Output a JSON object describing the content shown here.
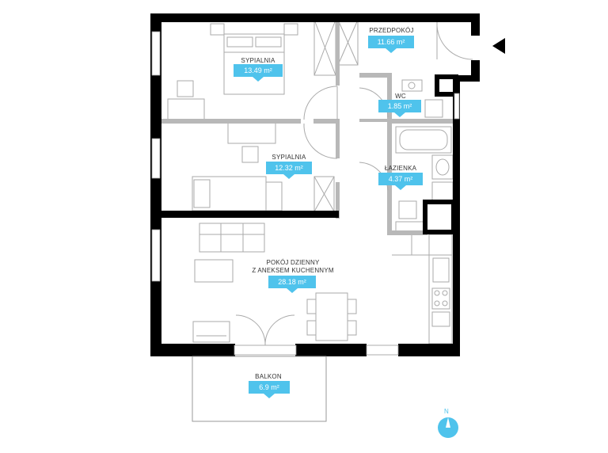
{
  "rooms": [
    {
      "label": "SYPIALNIA",
      "area": "13.49 m²"
    },
    {
      "label": "SYPIALNIA",
      "area": "12.32 m²"
    },
    {
      "label": "PRZEDPOKÓJ",
      "area": "11.66 m²"
    },
    {
      "label": "WC",
      "area": "1.85 m²"
    },
    {
      "label": "ŁAZIENKA",
      "area": "4.37 m²"
    },
    {
      "label_line1": "POKÓJ DZIENNY",
      "label_line2": "Z ANEKSEM KUCHENNYM",
      "area": "28.18 m²"
    },
    {
      "label": "BALKON",
      "area": "6.9 m²"
    }
  ],
  "compass": {
    "label": "N",
    "color": "#4fc3ec"
  },
  "colors": {
    "wall": "#000000",
    "thin_wall": "#b0b0b0",
    "furniture": "#aaaaaa",
    "accent": "#4fc3ec"
  },
  "icons": {
    "entrance": "entrance-arrow-icon",
    "compass": "compass-icon"
  }
}
